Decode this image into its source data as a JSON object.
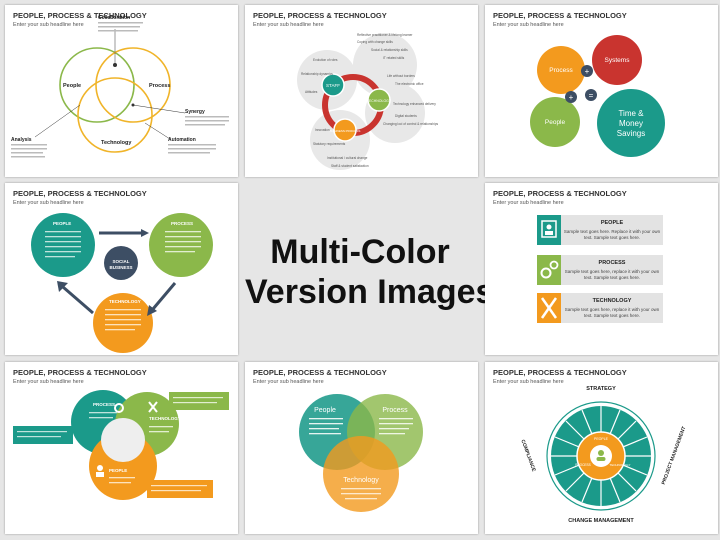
{
  "center": {
    "line1": "Multi-Color",
    "line2": "Version Images"
  },
  "common": {
    "title": "PEOPLE, PROCESS & TECHNOLOGY",
    "subtitle": "Enter your sub headline here"
  },
  "s1": {
    "collaboration": "Collaboration",
    "people": "People",
    "process": "Process",
    "technology": "Technology",
    "synergy": "Synergy",
    "analysis": "Analysis",
    "automation": "Automation"
  },
  "s2": {
    "staff": "STAFF",
    "technology": "TECHNOLOGY",
    "business": "BUSINESS PROCESS",
    "items": [
      "Evolution of roles",
      "Reflective practitioner & lifelong learner",
      "Coping with change skills",
      "Social & relationship skills",
      "IT related skills",
      "Life without borders",
      "The electronic office",
      "Technology enhanced delivery",
      "Digital students",
      "Changing loci of control & relationships",
      "Relationship dynamics",
      "Attitudes",
      "Innovation",
      "Statutory requirements",
      "Institutional / cultural change",
      "Staff & student satisfaction"
    ]
  },
  "s3": {
    "process": "Process",
    "systems": "Systems",
    "people": "People",
    "result": [
      "Time &",
      "Money",
      "Savings"
    ]
  },
  "s4": {
    "people": "PEOPLE",
    "process": "PROCESS",
    "technology": "TECHNOLOGY",
    "social": [
      "SOCIAL",
      "BUSINESS"
    ]
  },
  "s5": {
    "rows": [
      {
        "title": "PEOPLE",
        "text": [
          "Sample text goes here. Replace it with your own",
          "text. Sample text goes here."
        ]
      },
      {
        "title": "PROCESS",
        "text": [
          "Sample text goes here, replace it with your own",
          "text. Sample text goes here."
        ]
      },
      {
        "title": "TECHNOLOGY",
        "text": [
          "Sample text goes here, replace it with your own",
          "text. Sample text goes here."
        ]
      }
    ]
  },
  "s6": {
    "process": "PROCESS",
    "technology": "TECHNOLOGY",
    "people": "PEOPLE"
  },
  "s7": {
    "people": "People",
    "process": "Process",
    "technology": "Technology"
  },
  "s8": {
    "strategy": "STRATEGY",
    "project": "PROJECT MANAGEMENT",
    "change": "CHANGE MANAGEMENT",
    "compliance": "COMPLIANCE",
    "people": "PEOPLE",
    "process": "PROCESS",
    "technology": "TECHNOLOGY"
  },
  "colors": {
    "teal": "#1b9a8a",
    "green": "#8bb84a",
    "orange": "#f39a1e",
    "red": "#c9342f",
    "navy": "#3d4e64"
  }
}
